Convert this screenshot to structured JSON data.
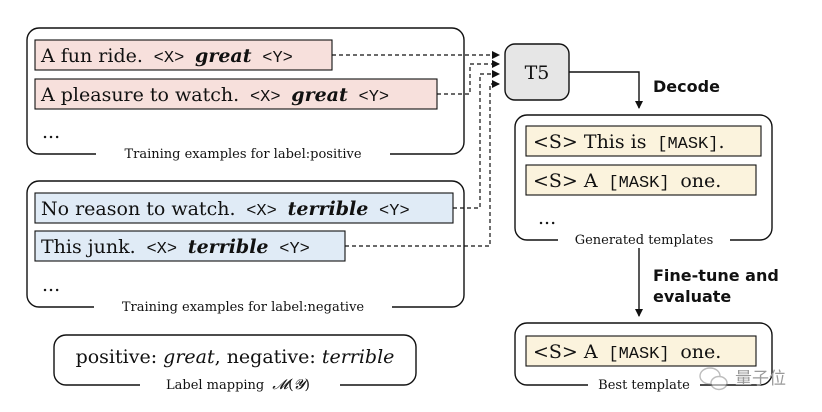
{
  "positive_group": {
    "examples": [
      {
        "sentence": "A fun ride.",
        "x_token": "<X>",
        "label_word": "great",
        "y_token": "<Y>"
      },
      {
        "sentence": "A pleasure to watch.",
        "x_token": "<X>",
        "label_word": "great",
        "y_token": "<Y>"
      }
    ],
    "ellipsis": "...",
    "caption": "Training examples for label:positive"
  },
  "negative_group": {
    "examples": [
      {
        "sentence": "No reason to watch.",
        "x_token": "<X>",
        "label_word": "terrible",
        "y_token": "<Y>"
      },
      {
        "sentence": "This junk.",
        "x_token": "<X>",
        "label_word": "terrible",
        "y_token": "<Y>"
      }
    ],
    "ellipsis": "...",
    "caption": "Training examples for label:negative"
  },
  "label_mapping": {
    "positive_prefix": "positive:",
    "positive_word": "great",
    "separator": ", negative:",
    "negative_word": "terrible",
    "caption": "Label mapping"
  },
  "model": {
    "name": "T5"
  },
  "decode_step": "Decode",
  "generated_templates": {
    "items": [
      {
        "prefix": "<S> This is",
        "mask": "[MASK]",
        "suffix": "."
      },
      {
        "prefix": "<S> A",
        "mask": "[MASK]",
        "suffix": "one."
      }
    ],
    "ellipsis": "...",
    "caption": "Generated templates"
  },
  "finetune_step": {
    "line1": "Fine-tune and",
    "line2": "evaluate"
  },
  "best_template": {
    "item": {
      "prefix": "<S> A",
      "mask": "[MASK]",
      "suffix": "one."
    },
    "caption": "Best template"
  },
  "watermark": "量子位"
}
